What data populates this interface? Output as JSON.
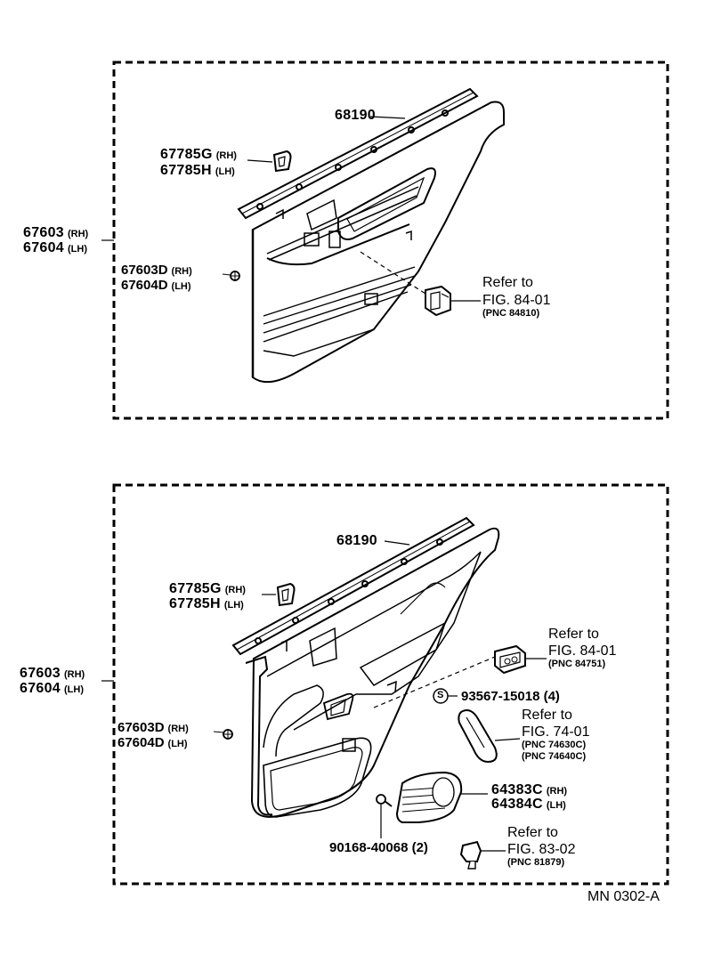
{
  "top": {
    "p68190": "68190",
    "p67785g": "67785G",
    "p67785g_side": "(RH)",
    "p67785h": "67785H",
    "p67785h_side": "(LH)",
    "p67603": "67603",
    "p67603_side": "(RH)",
    "p67604": "67604",
    "p67604_side": "(LH)",
    "p67603d": "67603D",
    "p67603d_side": "(RH)",
    "p67604d": "67604D",
    "p67604d_side": "(LH)",
    "ref_text": "Refer to",
    "ref_fig": "FIG. 84-01",
    "ref_pnc": "(PNC 84810)"
  },
  "bottom": {
    "p68190": "68190",
    "p67785g": "67785G",
    "p67785g_side": "(RH)",
    "p67785h": "67785H",
    "p67785h_side": "(LH)",
    "p67603": "67603",
    "p67603_side": "(RH)",
    "p67604": "67604",
    "p67604_side": "(LH)",
    "p67603d": "67603D",
    "p67603d_side": "(RH)",
    "p67604d": "67604D",
    "p67604d_side": "(LH)",
    "ref1_text": "Refer to",
    "ref1_fig": "FIG. 84-01",
    "ref1_pnc": "(PNC 84751)",
    "screw_symbol": "S",
    "screw": "93567-15018 (4)",
    "ref2_text": "Refer to",
    "ref2_fig": "FIG. 74-01",
    "ref2_pnc1": "(PNC 74630C)",
    "ref2_pnc2": "(PNC 74640C)",
    "p64383c": "64383C",
    "p64383c_side": "(RH)",
    "p64384c": "64384C",
    "p64384c_side": "(LH)",
    "bolt": "90168-40068 (2)",
    "ref3_text": "Refer to",
    "ref3_fig": "FIG. 83-02",
    "ref3_pnc": "(PNC 81879)"
  },
  "footer_code": "MN  0302-A"
}
